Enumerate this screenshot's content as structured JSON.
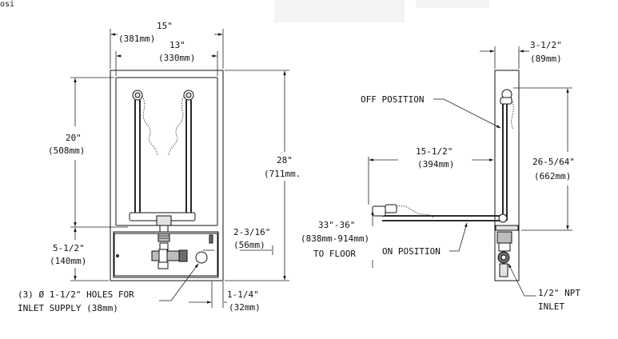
{
  "fragment_top_left": "osi",
  "front_view": {
    "overall_width": "15\"",
    "overall_width_mm": "(381mm)",
    "inner_width": "13\"",
    "inner_width_mm": "(330mm)",
    "upper_height": "20\"",
    "upper_height_mm": "(508mm)",
    "lower_height": "5-1/2\"",
    "lower_height_mm": "(140mm)",
    "overall_height": "28\"",
    "overall_height_mm": "(711mm.",
    "offset": "2-3/16\"",
    "offset_mm": "(56mm)",
    "side_offset": "1-1/4\"",
    "side_offset_mm": "(32mm)",
    "holes_line1": "(3) Ø 1-1/2\" HOLES FOR",
    "holes_line2": "INLET SUPPLY (38mm)"
  },
  "side_view": {
    "depth": "3-1/2\"",
    "depth_mm": "(89mm)",
    "off_position": "OFF POSITION",
    "reach": "15-1/2\"",
    "reach_mm": "(394mm)",
    "height": "26-5/64\"",
    "height_mm": "(662mm)",
    "floor_height": "33\"-36\"",
    "floor_height_mm": "(838mm-914mm)",
    "to_floor": "TO FLOOR",
    "on_position": "ON POSITION",
    "npt": "1/2\" NPT",
    "inlet": "INLET"
  }
}
